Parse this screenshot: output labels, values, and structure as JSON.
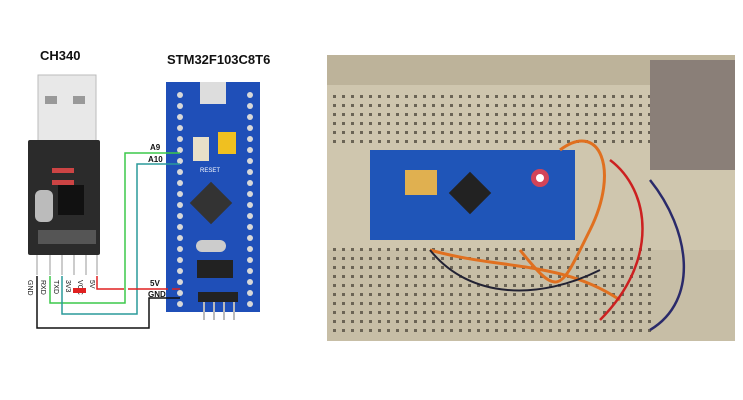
{
  "diagram": {
    "left_module_title": "CH340",
    "right_module_title": "STM32F103C8T6",
    "ch340_pins": [
      "GND",
      "RXD",
      "TXD",
      "3V3",
      "VCC",
      "5V"
    ],
    "stm32_labels": {
      "a9": "A9",
      "a10": "A10",
      "v5": "5V",
      "gnd": "GND",
      "reset": "RESET"
    },
    "wire_colors": {
      "tx_rx_a9": "#3cc84a",
      "rx_tx_a10": "#2a9a9a",
      "power_5v": "#e02020",
      "ground": "#111111"
    },
    "board_color": "#1f4fb8"
  },
  "photo": {
    "description_icon": "breadboard-photo"
  }
}
